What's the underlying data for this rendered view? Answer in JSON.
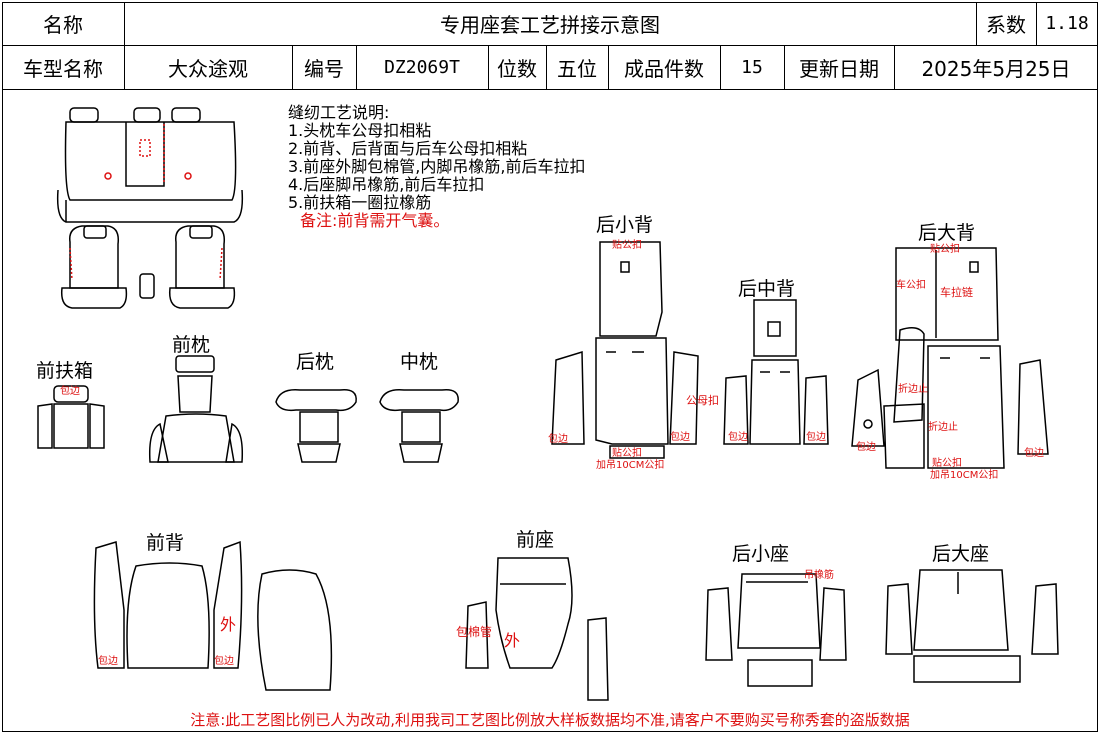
{
  "header": {
    "name_label": "名称",
    "title": "专用座套工艺拼接示意图",
    "coef_label": "系数",
    "coef_value": "1.18",
    "model_label": "车型名称",
    "model_value": "大众途观",
    "code_label": "编号",
    "code_value": "DZ2069T",
    "seats_label": "位数",
    "seats_value": "五位",
    "pieces_label": "成品件数",
    "pieces_value": "15",
    "update_label": "更新日期",
    "update_value": "2025年5月25日"
  },
  "notes": {
    "title": "缝纫工艺说明:",
    "items": [
      "1.头枕车公母扣相粘",
      "2.前背、后背面与后车公母扣相粘",
      "3.前座外脚包棉管,内脚吊橡筋,前后车拉扣",
      "4.后座脚吊橡筋,前后车拉扣",
      "5.前扶箱一圈拉橡筋"
    ],
    "remark": "备注:前背需开气囊。"
  },
  "parts": {
    "armrest": "前扶箱",
    "front_headrest": "前枕",
    "rear_headrest": "后枕",
    "mid_headrest": "中枕",
    "rear_small_back": "后小背",
    "rear_mid_back": "后中背",
    "rear_big_back": "后大背",
    "front_back": "前背",
    "front_seat": "前座",
    "rear_small_seat": "后小座",
    "rear_big_seat": "后大座"
  },
  "annotations": {
    "wrap": "包边",
    "velcro": "贴公扣",
    "male_buckle": "公母扣",
    "hang_velcro": "加吊10CM公扣",
    "car_pull_buckle": "车公扣",
    "zipper": "车拉链",
    "fold_edge_stop": "折边止",
    "outside": "外",
    "cotton_pipe": "包棉管",
    "rubber_band": "吊橡筋",
    "armrest_wrap": "包边"
  },
  "footer": "注意:此工艺图比例已人为改动,利用我司工艺图比例放大样板数据均不准,请客户不要购买号称秀套的盗版数据",
  "colors": {
    "annotation": "#d11111",
    "line": "#000000"
  }
}
